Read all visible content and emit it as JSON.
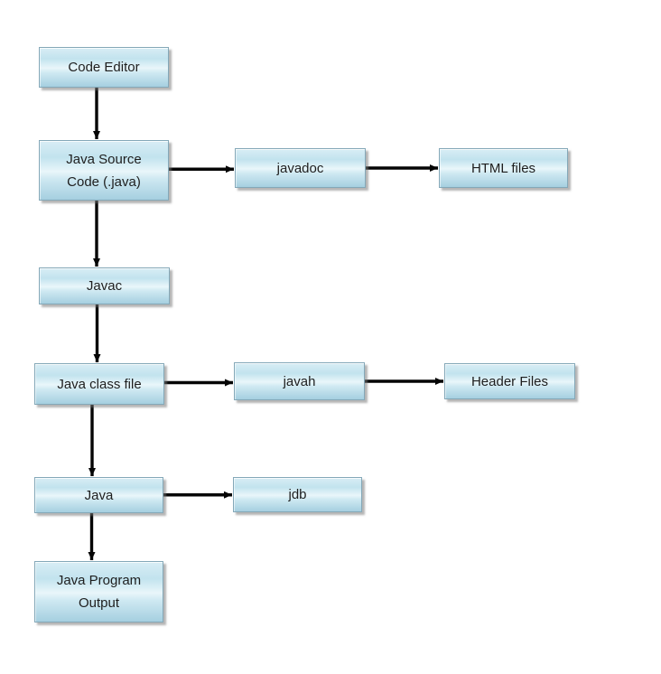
{
  "diagram": {
    "type": "flowchart",
    "background": "#ffffff",
    "colors": {
      "node_fill_top": "#d8edf5",
      "node_fill_sheen": "#e9f6fa",
      "node_fill_bottom": "#a5cfe0",
      "node_border": "#84a8b8",
      "node_text": "#1e1e1e",
      "arrow": "#050505"
    },
    "nodes": {
      "code_editor": {
        "label": "Code Editor"
      },
      "java_source": {
        "line1": "Java Source",
        "line2": "Code (.java)"
      },
      "javadoc": {
        "label": "javadoc"
      },
      "html_files": {
        "label": "HTML files"
      },
      "javac": {
        "label": "Javac"
      },
      "java_class_file": {
        "label": "Java class file"
      },
      "javah": {
        "label": "javah"
      },
      "header_files": {
        "label": "Header Files"
      },
      "java": {
        "label": "Java"
      },
      "jdb": {
        "label": "jdb"
      },
      "java_program_output": {
        "line1": "Java Program",
        "line2": "Output"
      }
    },
    "edges": [
      {
        "from": "code-editor",
        "to": "java-source",
        "dir": "down"
      },
      {
        "from": "java-source",
        "to": "javadoc",
        "dir": "right"
      },
      {
        "from": "javadoc",
        "to": "html-files",
        "dir": "right"
      },
      {
        "from": "java-source",
        "to": "javac",
        "dir": "down"
      },
      {
        "from": "javac",
        "to": "java-class-file",
        "dir": "down"
      },
      {
        "from": "java-class-file",
        "to": "javah",
        "dir": "right"
      },
      {
        "from": "javah",
        "to": "header-files",
        "dir": "right"
      },
      {
        "from": "java-class-file",
        "to": "java",
        "dir": "down"
      },
      {
        "from": "java",
        "to": "jdb",
        "dir": "right"
      },
      {
        "from": "java",
        "to": "java-program-output",
        "dir": "down"
      }
    ]
  }
}
